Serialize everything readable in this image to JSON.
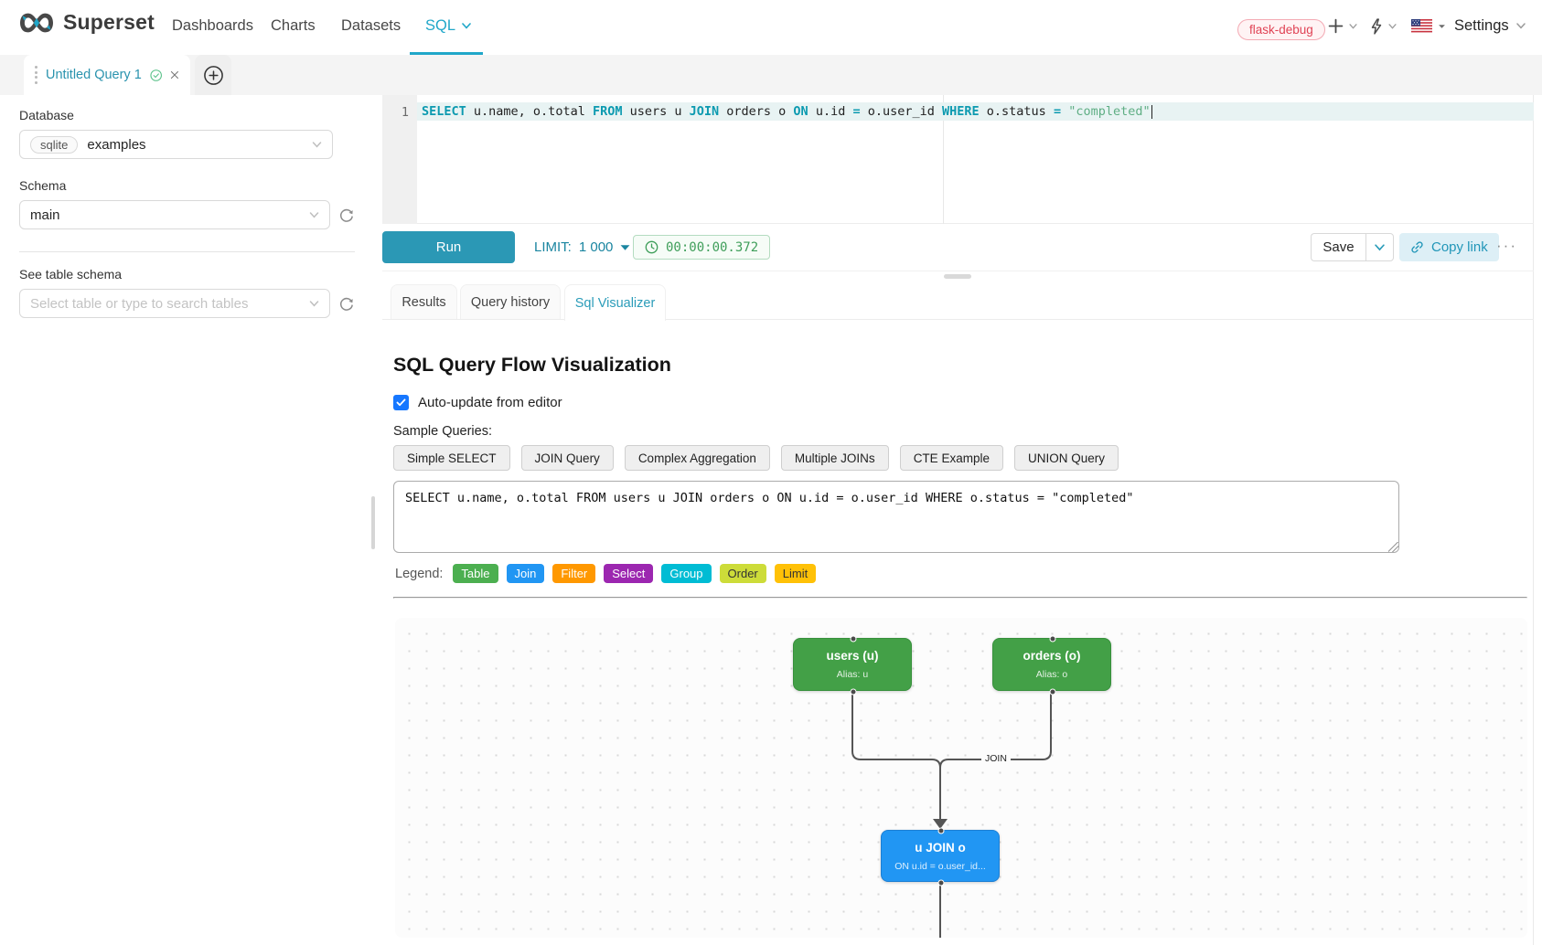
{
  "navbar": {
    "brand": "Superset",
    "items": [
      {
        "label": "Dashboards"
      },
      {
        "label": "Charts"
      },
      {
        "label": "Datasets"
      },
      {
        "label": "SQL",
        "active": true
      }
    ],
    "environment_badge": "flask-debug",
    "settings_label": "Settings",
    "colors": {
      "accent": "#20a7c9",
      "badge_text": "#e04355"
    }
  },
  "editor_tabs": {
    "active_tab": "Untitled Query 1",
    "status_icon": "success-check"
  },
  "sidebar": {
    "database_label": "Database",
    "database_engine_tag": "sqlite",
    "database_value": "examples",
    "schema_label": "Schema",
    "schema_value": "main",
    "table_label": "See table schema",
    "table_placeholder": "Select table or type to search tables"
  },
  "sql_editor": {
    "line_number": "1",
    "tokens": [
      {
        "k": "kw",
        "t": "SELECT"
      },
      {
        "k": "id",
        "t": " u.name, o.total "
      },
      {
        "k": "kw",
        "t": "FROM"
      },
      {
        "k": "id",
        "t": " users u "
      },
      {
        "k": "kw",
        "t": "JOIN"
      },
      {
        "k": "id",
        "t": " orders o "
      },
      {
        "k": "kw",
        "t": "ON"
      },
      {
        "k": "id",
        "t": " u.id "
      },
      {
        "k": "op",
        "t": "="
      },
      {
        "k": "id",
        "t": " o.user_id "
      },
      {
        "k": "kw",
        "t": "WHERE"
      },
      {
        "k": "id",
        "t": " o.status "
      },
      {
        "k": "op",
        "t": "="
      },
      {
        "k": "str",
        "t": " \"completed\""
      }
    ]
  },
  "toolbar": {
    "run_label": "Run",
    "limit_label": "LIMIT:",
    "limit_value": "1 000",
    "timer_value": "00:00:00.372",
    "save_label": "Save",
    "copy_link_label": "Copy link",
    "more_label": "···"
  },
  "south_tabs": [
    {
      "label": "Results"
    },
    {
      "label": "Query history"
    },
    {
      "label": "Sql Visualizer",
      "active": true
    }
  ],
  "visualizer": {
    "title": "SQL Query Flow Visualization",
    "auto_update_label": "Auto-update from editor",
    "auto_update_checked": true,
    "sample_queries_label": "Sample Queries:",
    "sample_queries": [
      "Simple SELECT",
      "JOIN Query",
      "Complex Aggregation",
      "Multiple JOINs",
      "CTE Example",
      "UNION Query"
    ],
    "sql_text": "SELECT u.name, o.total FROM users u JOIN orders o ON u.id = o.user_id WHERE o.status = \"completed\"",
    "legend_label": "Legend:",
    "legend": [
      {
        "label": "Table",
        "color": "#4CAF50",
        "text": "#ffffff"
      },
      {
        "label": "Join",
        "color": "#2196F3",
        "text": "#ffffff"
      },
      {
        "label": "Filter",
        "color": "#FF9800",
        "text": "#ffffff"
      },
      {
        "label": "Select",
        "color": "#9C27B0",
        "text": "#ffffff"
      },
      {
        "label": "Group",
        "color": "#00BCD4",
        "text": "#ffffff"
      },
      {
        "label": "Order",
        "color": "#CDDC39",
        "text": "#333333"
      },
      {
        "label": "Limit",
        "color": "#FFC107",
        "text": "#333333"
      }
    ]
  },
  "flow": {
    "nodes": [
      {
        "id": "users",
        "title": "users (u)",
        "subtitle": "Alias: u",
        "color": "#43a047",
        "border": "#37903c"
      },
      {
        "id": "orders",
        "title": "orders (o)",
        "subtitle": "Alias: o",
        "color": "#43a047",
        "border": "#37903c"
      },
      {
        "id": "join",
        "title": "u JOIN o",
        "subtitle": "ON u.id = o.user_id...",
        "color": "#2196f3",
        "border": "#1d7fd4"
      }
    ],
    "edge_label": "JOIN",
    "edge_color": "#555555"
  }
}
